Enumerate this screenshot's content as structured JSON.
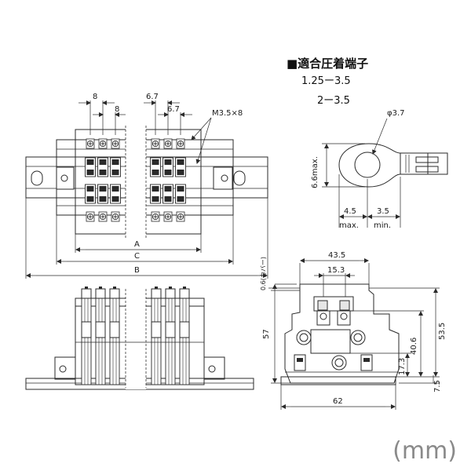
{
  "header": {
    "title": "■適合圧着端子",
    "size_1": "1.25ー3.5",
    "size_2": "2ー3.5"
  },
  "top_view": {
    "dim_pitch_a": "8",
    "dim_pitch_b": "8",
    "dim_pitch_c": "6.7",
    "dim_pitch_d": "6.7",
    "screw_label": "M3.5×8",
    "dim_A": "A",
    "dim_C": "C",
    "dim_B": "B"
  },
  "terminal": {
    "hole_dia": "φ3.7",
    "width_max": "6.6max.",
    "dim_left": "4.5",
    "dim_left_note": "max.",
    "dim_right": "3.5",
    "dim_right_note": "min."
  },
  "side_view": {
    "dim_width_top": "43.5",
    "dim_width_inner": "15.3",
    "dim_cover": "0.6(カバー)",
    "dim_height_57": "57",
    "dim_53_5": "53.5",
    "dim_40_6": "40.6",
    "dim_17_3": "17.3",
    "dim_7_5": "7.5",
    "dim_base": "62"
  },
  "unit_label": "(mm)"
}
